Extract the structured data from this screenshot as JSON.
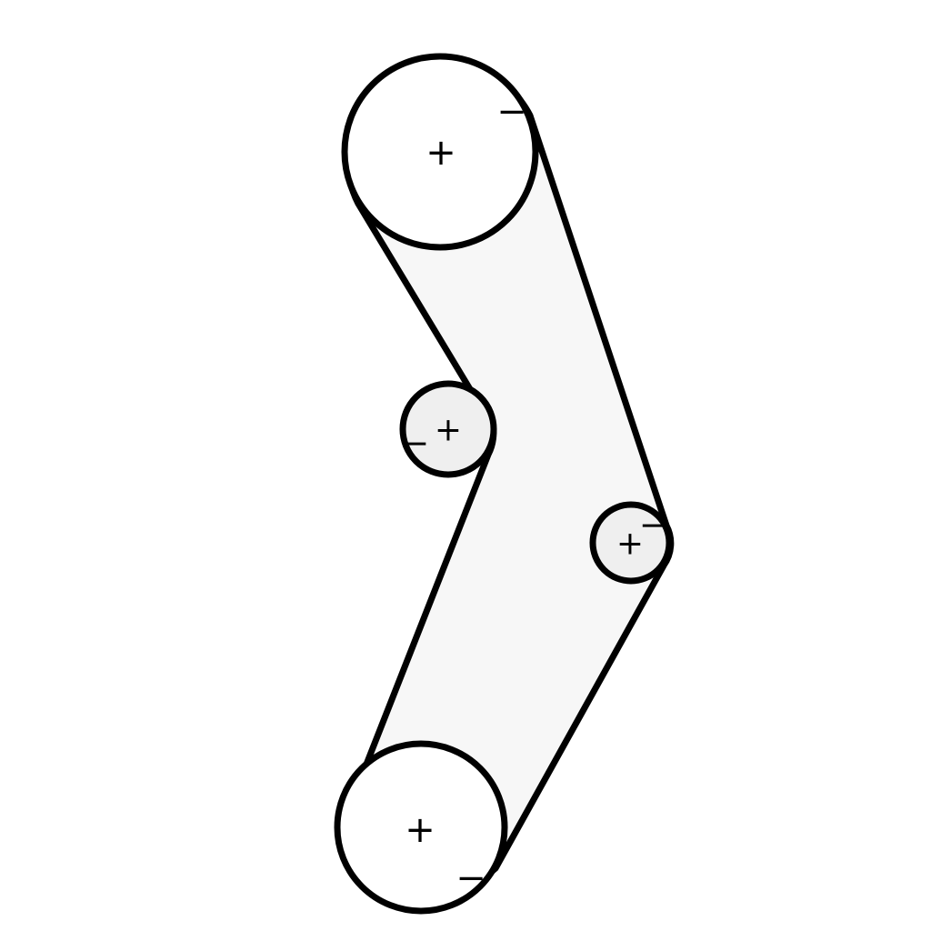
{
  "diagram": {
    "pulleys": [
      {
        "id": "top",
        "center": "+",
        "edge": "−"
      },
      {
        "id": "left-idler",
        "center": "+",
        "edge": "−"
      },
      {
        "id": "right-idler",
        "center": "+",
        "edge": "−"
      },
      {
        "id": "bottom",
        "center": "+",
        "edge": "−"
      }
    ],
    "colors": {
      "stroke": "#000000",
      "background": "#ffffff",
      "belt_fill": "#f7f7f7"
    }
  }
}
